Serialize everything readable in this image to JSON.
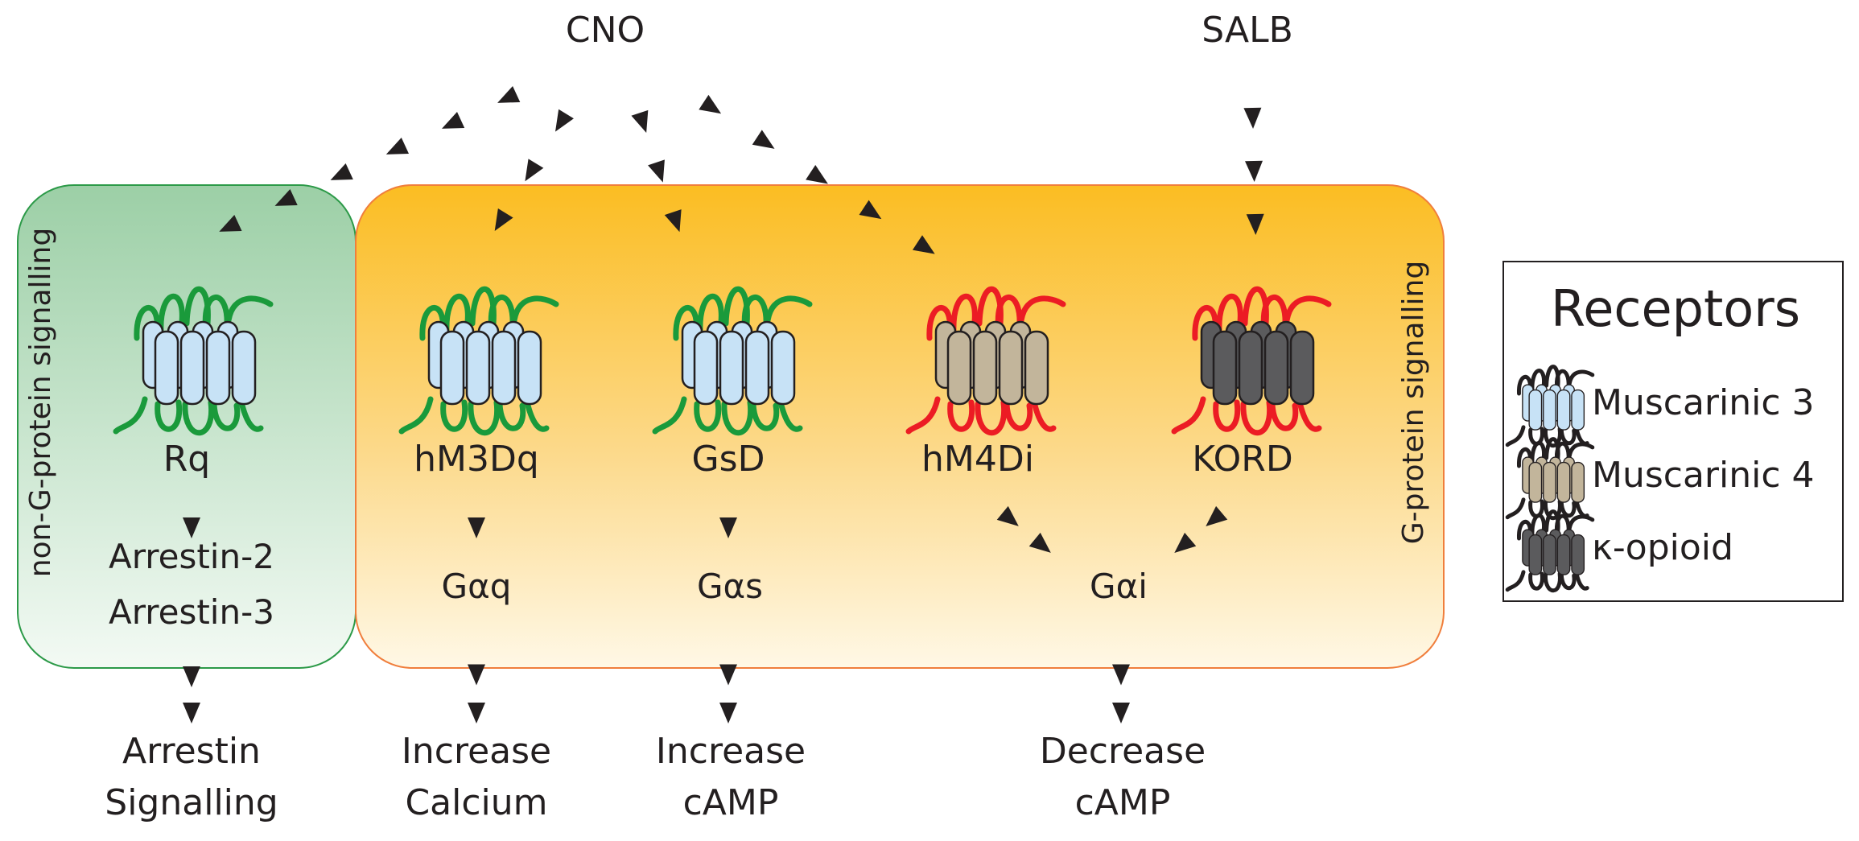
{
  "ligands": {
    "cno": "CNO",
    "salb": "SALB"
  },
  "panels": {
    "non_g_protein": {
      "label": "non-G-protein signalling",
      "color": "#9ccfa6"
    },
    "g_protein": {
      "label": "G-protein signalling",
      "color": "#fbbd22"
    }
  },
  "receptors": [
    {
      "name": "Rq",
      "type": "muscarinic-3",
      "loop_color": "#1a9a3b"
    },
    {
      "name": "hM3Dq",
      "type": "muscarinic-3",
      "loop_color": "#1a9a3b"
    },
    {
      "name": "GsD",
      "type": "muscarinic-3",
      "loop_color": "#1a9a3b"
    },
    {
      "name": "hM4Di",
      "type": "muscarinic-4",
      "loop_color": "#ec1c24"
    },
    {
      "name": "KORD",
      "type": "k-opioid",
      "loop_color": "#ec1c24"
    }
  ],
  "effectors": {
    "arrestin": [
      "Arrestin-2",
      "Arrestin-3"
    ],
    "gaq": "Gαq",
    "gas": "Gαs",
    "gai": "Gαi"
  },
  "outcomes": {
    "arrestin": [
      "Arrestin",
      "Signalling"
    ],
    "calcium": [
      "Increase",
      "Calcium"
    ],
    "camp_up": [
      "Increase",
      "cAMP"
    ],
    "camp_down": [
      "Decrease",
      "cAMP"
    ]
  },
  "legend": {
    "title": "Receptors",
    "items": [
      {
        "label": "Muscarinic 3",
        "color": "#c7e2f6"
      },
      {
        "label": "Muscarinic 4",
        "color": "#c2b59b"
      },
      {
        "label": "κ-opioid",
        "color": "#5b5b5d"
      }
    ]
  }
}
